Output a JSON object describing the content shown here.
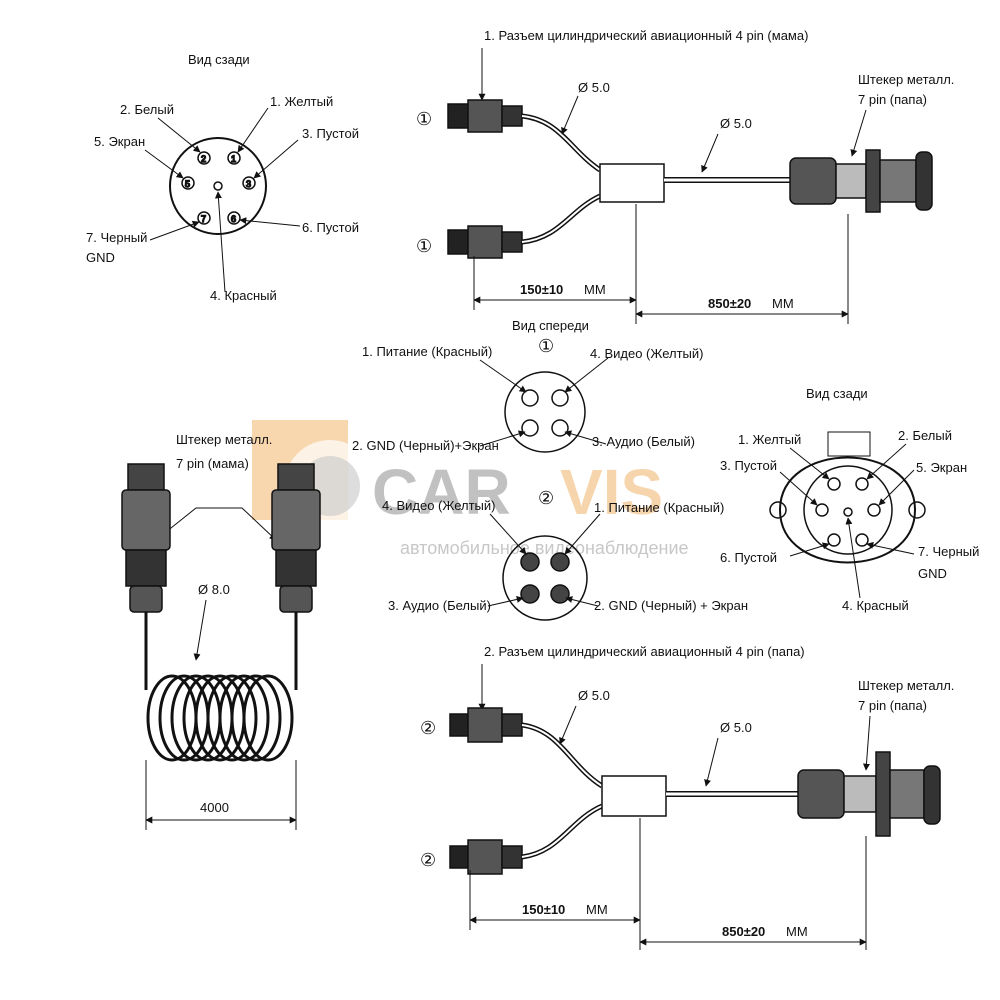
{
  "watermark": {
    "brand_left": "CAR",
    "brand_right": "VIS",
    "tagline": "автомобильное видеонаблюдение",
    "colors": {
      "left": "#8f8f8f",
      "right": "#f0b36a",
      "badge": "#f3b56d"
    }
  },
  "top": {
    "rear_view_title": "Вид сзади",
    "pin_labels": {
      "p1": "1. Желтый",
      "p2": "2. Белый",
      "p3": "3. Пустой",
      "p5": "5. Экран",
      "p6": "6. Пустой",
      "p7a": "7. Черный",
      "p7b": "GND",
      "p4": "4. Красный"
    },
    "connector1_title": "1. Разъем цилиндрический авиационный 4 pin (мама)",
    "marker": "①",
    "dia_a": "Ø 5.0",
    "dia_b": "Ø 5.0",
    "plug_line1": "Штекер металл.",
    "plug_line2": "7 pin (папа)",
    "len_short": "150±10",
    "len_short_unit": "ММ",
    "len_long": "850±20",
    "len_long_unit": "ММ"
  },
  "front": {
    "title": "Вид спереди",
    "marker1": "①",
    "marker2": "②",
    "c1": {
      "power": "1. Питание (Красный)",
      "video": "4. Видео (Желтый)",
      "gnd": "2. GND (Черный)+Экран",
      "audio": "3. Аудио (Белый)"
    },
    "c2": {
      "video": "4. Видео (Желтый)",
      "power": "1. Питание (Красный)",
      "audio": "3. Аудио (Белый)",
      "gnd": "2. GND (Черный) + Экран"
    }
  },
  "rear_right": {
    "title": "Вид сзади",
    "p1": "1. Желтый",
    "p2": "2. Белый",
    "p3": "3. Пустой",
    "p5": "5. Экран",
    "p6": "6. Пустой",
    "p7a": "7.  Черный",
    "p7b": "GND",
    "p4": "4. Красный"
  },
  "coil": {
    "plug_line1": "Штекер металл.",
    "plug_line2": "7 pin (мама)",
    "dia": "Ø 8.0",
    "length": "4000"
  },
  "bottom": {
    "connector2_title": "2. Разъем цилиндрический авиационный 4 pin (папа)",
    "marker": "②",
    "dia_a": "Ø 5.0",
    "dia_b": "Ø 5.0",
    "plug_line1": "Штекер металл.",
    "plug_line2": "7 pin (папа)",
    "len_short": "150±10",
    "len_short_unit": "ММ",
    "len_long": "850±20",
    "len_long_unit": "ММ"
  }
}
